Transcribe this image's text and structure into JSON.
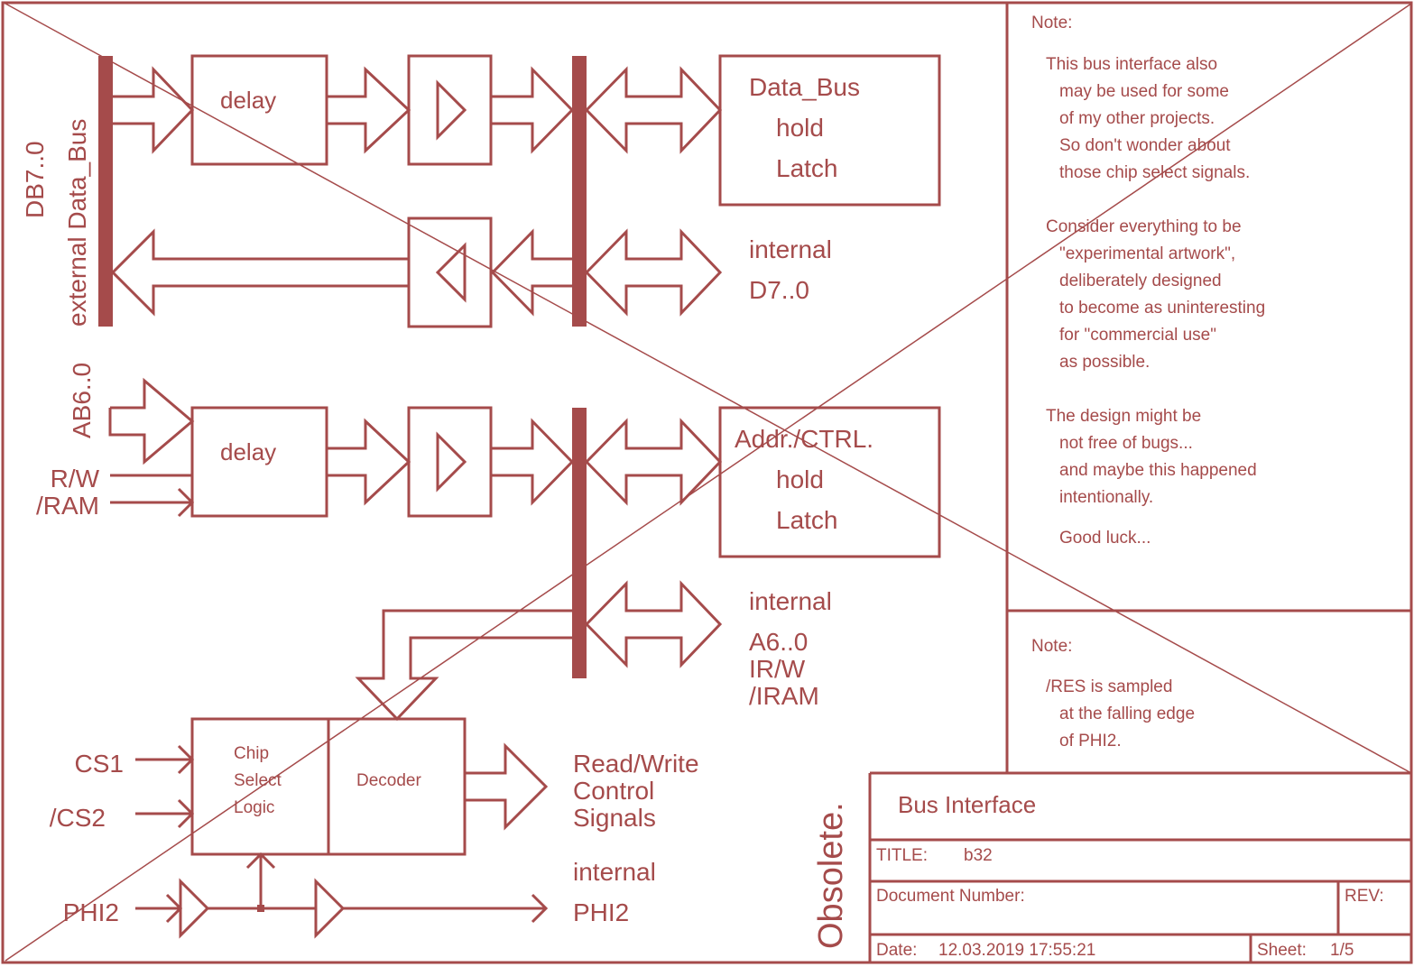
{
  "colors": {
    "ink": "#A54B4B",
    "background": "#FFFFFF"
  },
  "upper_section": {
    "external_bus_label_line1": "DB7..0",
    "external_bus_label_line2": "external Data_Bus",
    "delay_label": "delay",
    "data_latch_lines": [
      "Data_Bus",
      "hold",
      "Latch"
    ],
    "internal_data_lines": [
      "internal",
      "D7..0"
    ]
  },
  "middle_section": {
    "address_bus_label": "AB6..0",
    "rw_label": "R/W",
    "ram_label": "/RAM",
    "delay_label": "delay",
    "addr_latch_lines": [
      "Addr./CTRL.",
      "hold",
      "Latch"
    ],
    "internal_addr_lines": [
      "internal",
      "A6..0",
      "IR/W",
      "/IRAM"
    ]
  },
  "lower_section": {
    "cs1_label": "CS1",
    "cs2_label": "/CS2",
    "phi2_label": "PHI2",
    "chip_select_lines": [
      "Chip",
      "Select",
      "Logic"
    ],
    "decoder_label": "Decoder",
    "rw_control_lines": [
      "Read/Write",
      "Control",
      "Signals"
    ],
    "internal_phi2_lines": [
      "internal",
      "PHI2"
    ]
  },
  "stamp": "Obsolete.",
  "notes": {
    "note1_heading": "Note:",
    "note1_lines": [
      "This bus interface also",
      "may be used for some",
      "of my other projects.",
      "So don't wonder about",
      "those chip select signals.",
      "Consider everything to be",
      "\"experimental artwork\",",
      "deliberately designed",
      "to become as uninteresting",
      "for \"commercial use\"",
      "as possible.",
      "The design might be",
      "not free of bugs...",
      "and maybe this happened",
      "intentionally.",
      "Good luck..."
    ],
    "note2_heading": "Note:",
    "note2_lines": [
      "/RES is sampled",
      "at the falling edge",
      "of PHI2."
    ]
  },
  "title_block": {
    "heading": "Bus Interface",
    "title_label": "TITLE:",
    "title_value": "b32",
    "document_number_label": "Document Number:",
    "document_number_value": "",
    "rev_label": "REV:",
    "rev_value": "",
    "date_label": "Date:",
    "date_value": "12.03.2019 17:55:21",
    "sheet_label": "Sheet:",
    "sheet_value": "1/5"
  }
}
